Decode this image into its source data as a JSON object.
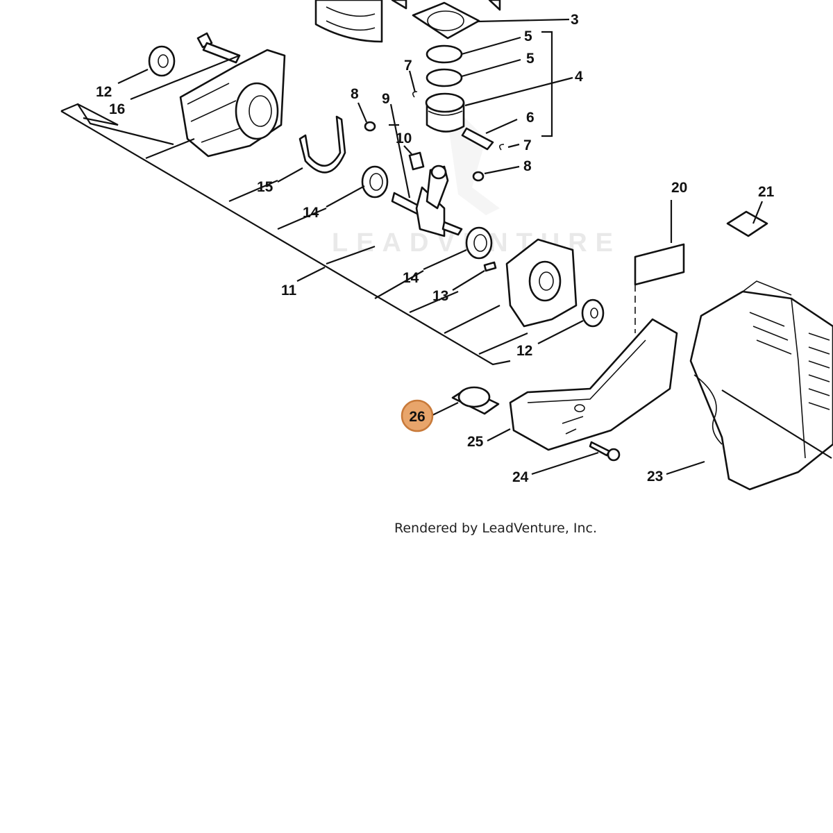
{
  "diagram": {
    "callouts": [
      "3",
      "5",
      "5",
      "4",
      "7",
      "6",
      "7",
      "8",
      "8",
      "9",
      "10",
      "12",
      "16",
      "15",
      "14",
      "14",
      "11",
      "13",
      "12",
      "20",
      "21",
      "26",
      "25",
      "24",
      "23"
    ],
    "highlighted_callout": "26",
    "highlight_color": "#e8a56b",
    "highlight_border": "#c87a3a",
    "watermark": "LEADVENTURE",
    "credit": "Rendered by LeadVenture, Inc."
  }
}
